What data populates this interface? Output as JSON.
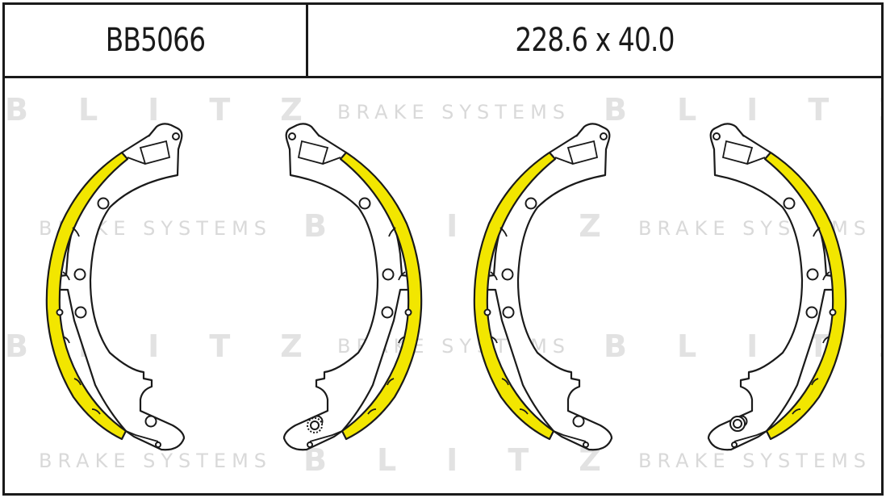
{
  "header": {
    "part_number": "BB5066",
    "dimensions": "228.6 x 40.0"
  },
  "watermark": {
    "logo_text": "BLITZ",
    "sub_text": "BRAKE SYSTEMS"
  },
  "colors": {
    "lining": "#f2e600",
    "outline": "#1a1a1a",
    "watermark": "#e2e2e2"
  }
}
